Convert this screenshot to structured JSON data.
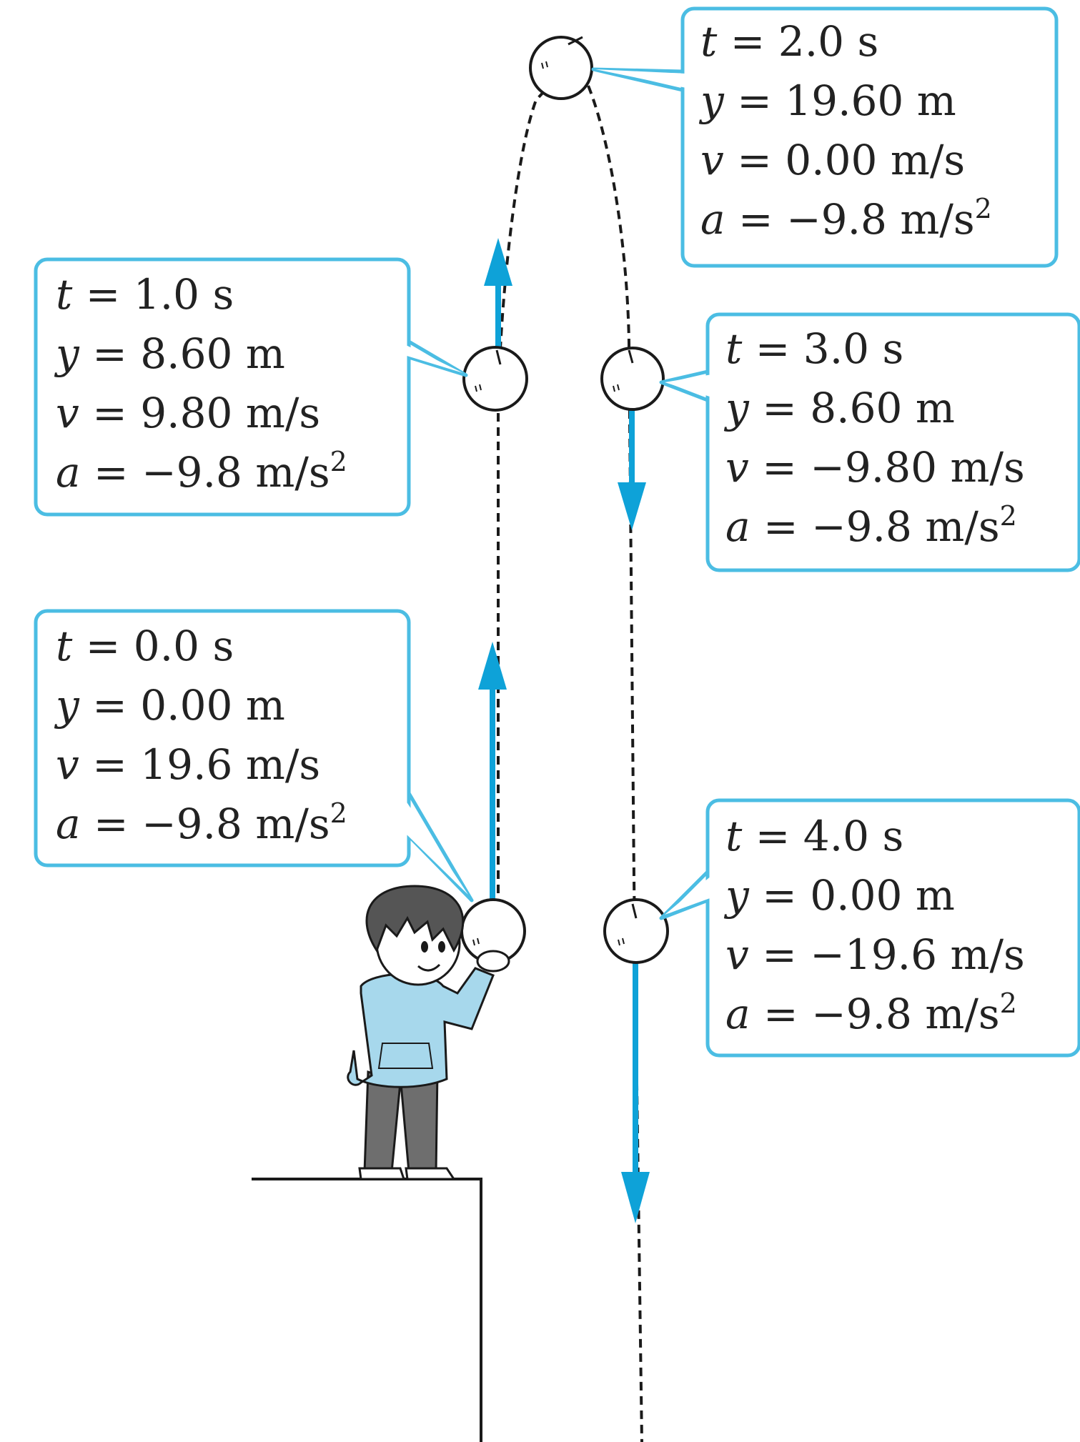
{
  "colors": {
    "box_border": "#4bbde3",
    "arrow": "#0ea2d8",
    "line": "#1a1a1a",
    "hoodie": "#a7d8ec",
    "pants": "#6e6e6e",
    "hair": "#555555"
  },
  "callouts": [
    {
      "id": "t0",
      "lines": [
        {
          "var": "t",
          "value": "0.0 s"
        },
        {
          "var": "y",
          "value": "0.00 m"
        },
        {
          "var": "v",
          "value": "19.6 m/s"
        },
        {
          "var": "a",
          "value": "−9.8 m/s",
          "sup": "2"
        }
      ]
    },
    {
      "id": "t1",
      "lines": [
        {
          "var": "t",
          "value": "1.0 s"
        },
        {
          "var": "y",
          "value": "8.60 m"
        },
        {
          "var": "v",
          "value": "9.80 m/s"
        },
        {
          "var": "a",
          "value": "−9.8 m/s",
          "sup": "2"
        }
      ]
    },
    {
      "id": "t2",
      "lines": [
        {
          "var": "t",
          "value": "2.0 s"
        },
        {
          "var": "y",
          "value": "19.60 m"
        },
        {
          "var": "v",
          "value": "0.00 m/s"
        },
        {
          "var": "a",
          "value": "−9.8 m/s",
          "sup": "2"
        }
      ]
    },
    {
      "id": "t3",
      "lines": [
        {
          "var": "t",
          "value": "3.0 s"
        },
        {
          "var": "y",
          "value": "8.60 m"
        },
        {
          "var": "v",
          "value": "−9.80 m/s"
        },
        {
          "var": "a",
          "value": "−9.8 m/s",
          "sup": "2"
        }
      ]
    },
    {
      "id": "t4",
      "lines": [
        {
          "var": "t",
          "value": "4.0 s"
        },
        {
          "var": "y",
          "value": "0.00 m"
        },
        {
          "var": "v",
          "value": "−19.6 m/s"
        },
        {
          "var": "a",
          "value": "−9.8 m/s",
          "sup": "2"
        }
      ]
    }
  ]
}
